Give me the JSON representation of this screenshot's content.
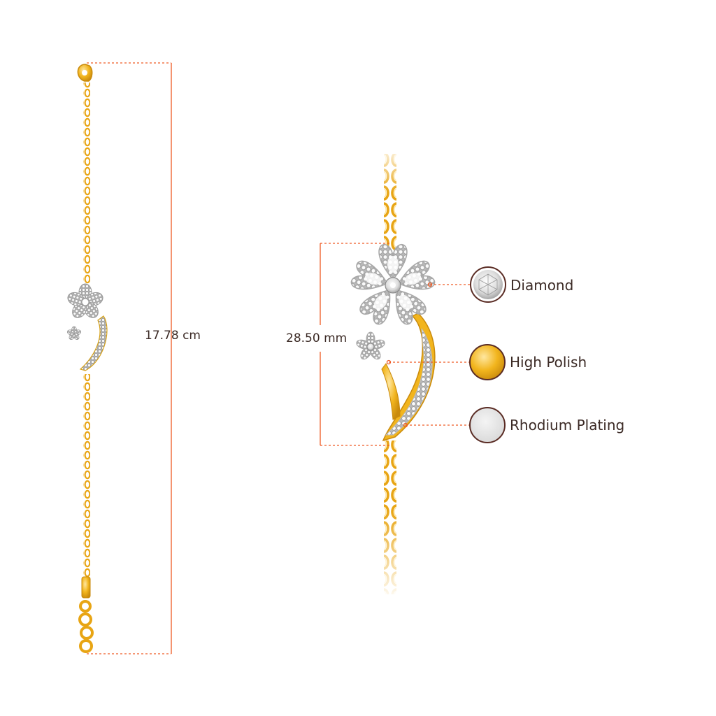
{
  "dimensions": {
    "length": "17.78 cm",
    "pendant_height": "28.50 mm"
  },
  "features": [
    {
      "label": "Diamond",
      "icon": "diamond-swatch-icon",
      "color": "#e8e8e8"
    },
    {
      "label": "High Polish",
      "icon": "gold-swatch-icon",
      "color": "#f5c45a"
    },
    {
      "label": "Rhodium Plating",
      "icon": "rhodium-swatch-icon",
      "color": "#e4e4e4"
    }
  ],
  "colors": {
    "measure_line": "#ef5a24",
    "label_text": "#3b2a25",
    "gold": "#f2b51e",
    "gold_dark": "#c98a0c",
    "swatch_ring": "#5a2c24"
  }
}
